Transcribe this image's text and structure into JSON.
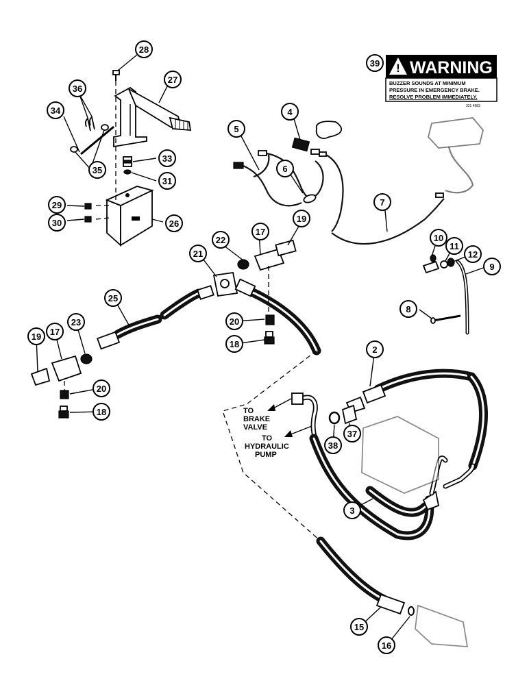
{
  "warning": {
    "title": "WARNING",
    "lines": [
      "BUZZER SOUNDS AT MINIMUM",
      "PRESSURE IN EMERGENCY BRAKE.",
      "RESOLVE PROBLEM IMMEDIATELY."
    ],
    "code": "321    4683"
  },
  "pointers": {
    "brake_valve": [
      "TO",
      "BRAKE",
      "VALVE"
    ],
    "hydraulic_pump": [
      "TO",
      "HYDRAULIC",
      "PUMP"
    ]
  },
  "callouts": [
    {
      "id": "c28",
      "label": "28"
    },
    {
      "id": "c27",
      "label": "27"
    },
    {
      "id": "c36",
      "label": "36"
    },
    {
      "id": "c34",
      "label": "34"
    },
    {
      "id": "c35",
      "label": "35"
    },
    {
      "id": "c33",
      "label": "33"
    },
    {
      "id": "c31",
      "label": "31"
    },
    {
      "id": "c29",
      "label": "29"
    },
    {
      "id": "c30",
      "label": "30"
    },
    {
      "id": "c26",
      "label": "26"
    },
    {
      "id": "c4",
      "label": "4"
    },
    {
      "id": "c5",
      "label": "5"
    },
    {
      "id": "c6",
      "label": "6"
    },
    {
      "id": "c7",
      "label": "7"
    },
    {
      "id": "c39",
      "label": "39"
    },
    {
      "id": "c10",
      "label": "10"
    },
    {
      "id": "c11",
      "label": "11"
    },
    {
      "id": "c12",
      "label": "12"
    },
    {
      "id": "c9",
      "label": "9"
    },
    {
      "id": "c8",
      "label": "8"
    },
    {
      "id": "c19a",
      "label": "19"
    },
    {
      "id": "c17a",
      "label": "17"
    },
    {
      "id": "c22",
      "label": "22"
    },
    {
      "id": "c21",
      "label": "21"
    },
    {
      "id": "c25",
      "label": "25"
    },
    {
      "id": "c20a",
      "label": "20"
    },
    {
      "id": "c18a",
      "label": "18"
    },
    {
      "id": "c23",
      "label": "23"
    },
    {
      "id": "c17b",
      "label": "17"
    },
    {
      "id": "c19b",
      "label": "19"
    },
    {
      "id": "c20b",
      "label": "20"
    },
    {
      "id": "c18b",
      "label": "18"
    },
    {
      "id": "c2",
      "label": "2"
    },
    {
      "id": "c38",
      "label": "38"
    },
    {
      "id": "c37",
      "label": "37"
    },
    {
      "id": "c3",
      "label": "3"
    },
    {
      "id": "c15",
      "label": "15"
    },
    {
      "id": "c16",
      "label": "16"
    }
  ]
}
